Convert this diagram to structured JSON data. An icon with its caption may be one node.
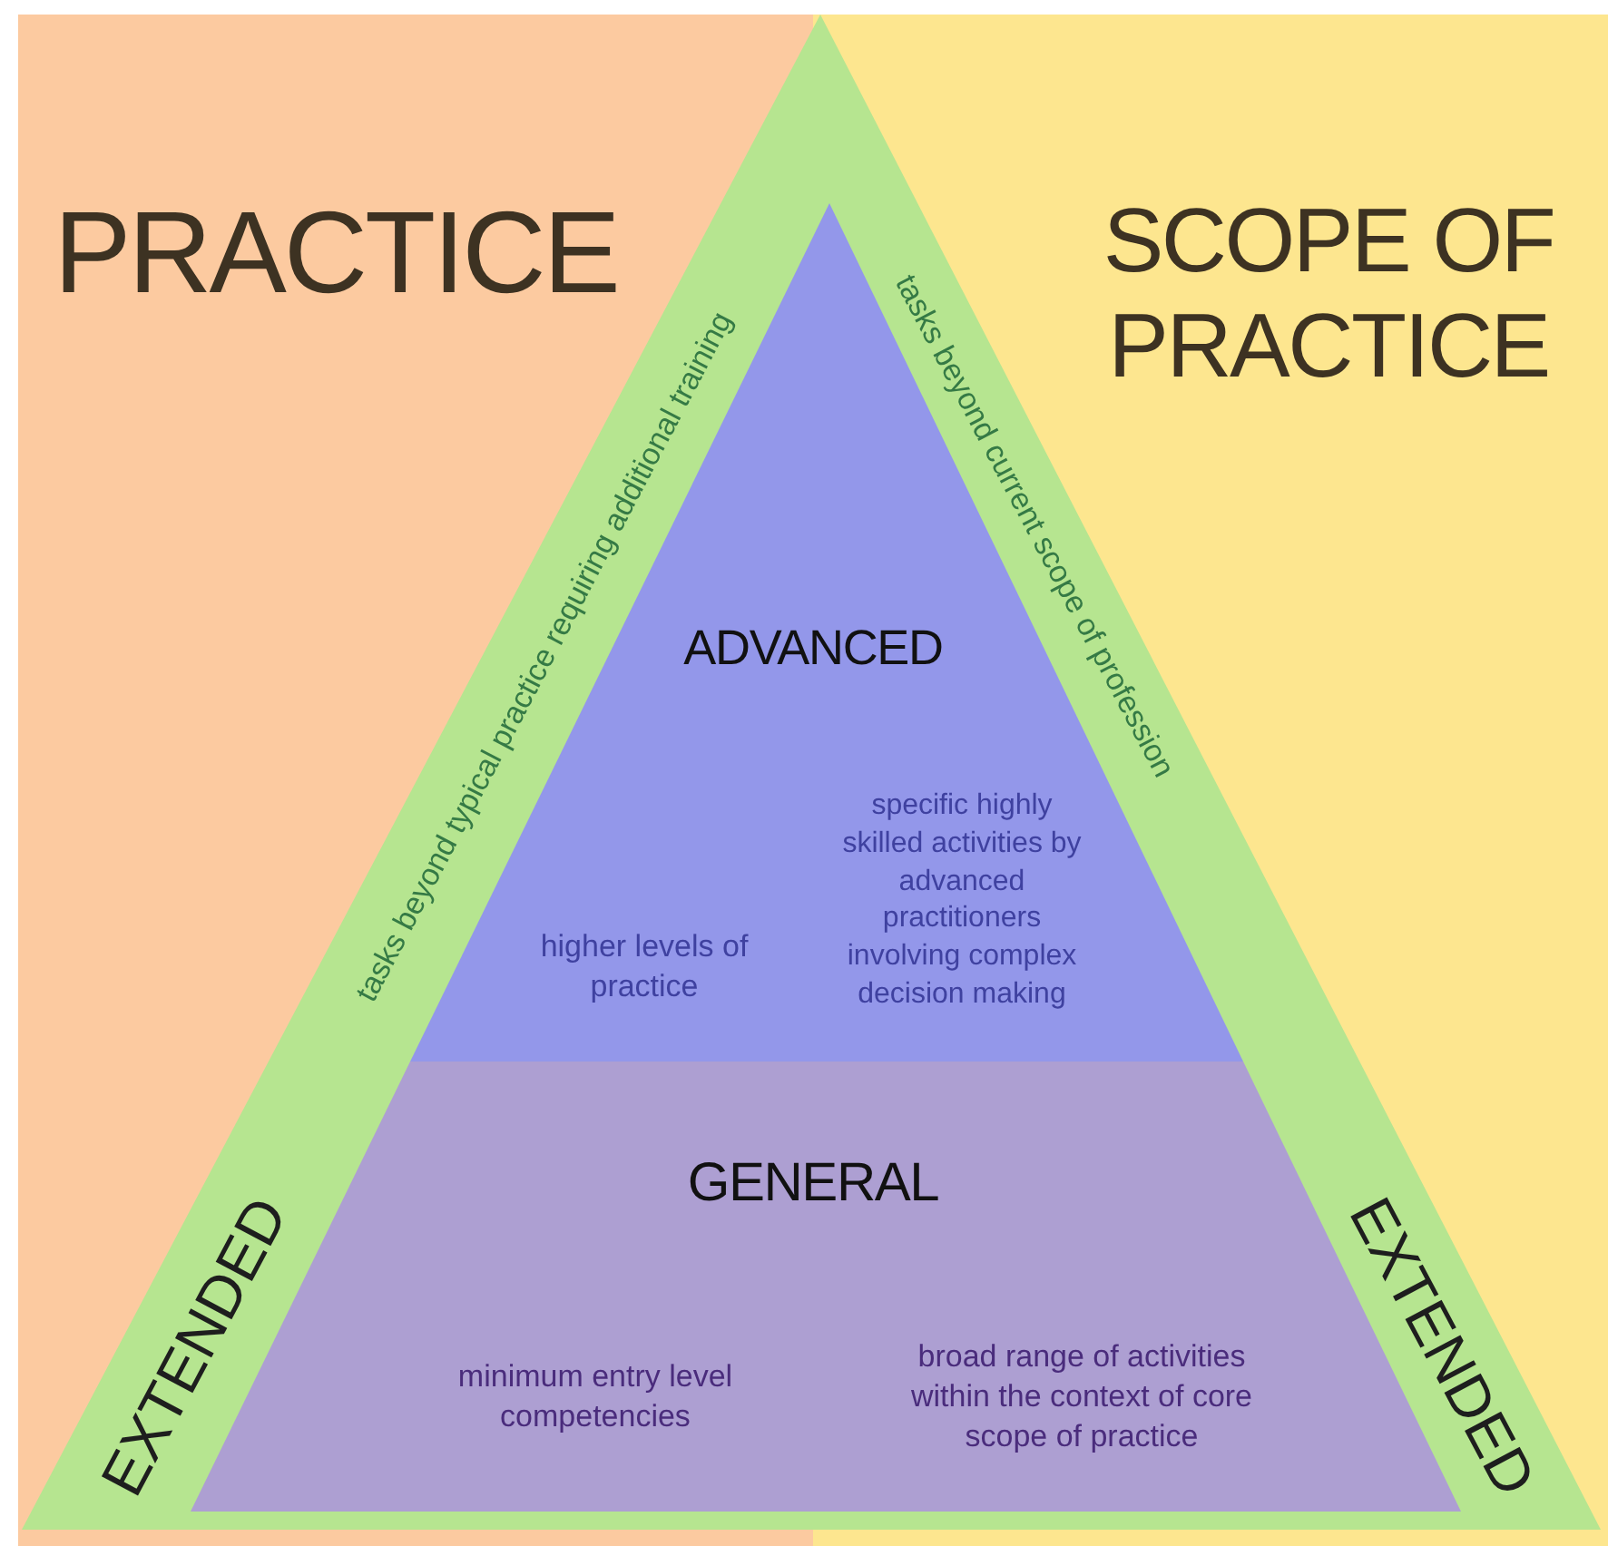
{
  "diagram": {
    "nodes": [
      {
        "text": [
          "tasks beyond typical practice requiring additional training",
          "tasks beyond current scope of profession",
          "EXTENDED",
          "EXTENDED"
        ]
      },
      {
        "text": [
          "ADVANCED",
          "higher levels of practice",
          "specific highly skilled activities by advanced practitioners involving complex decision making"
        ],
        "in": 0
      },
      {
        "text": [
          "GENERAL",
          "minimum entry level competencies",
          "broad range of activities within the context of core scope of practice"
        ],
        "in": 0
      }
    ],
    "labels": [
      "PRACTICE",
      "SCOPE OF PRACTICE"
    ]
  }
}
